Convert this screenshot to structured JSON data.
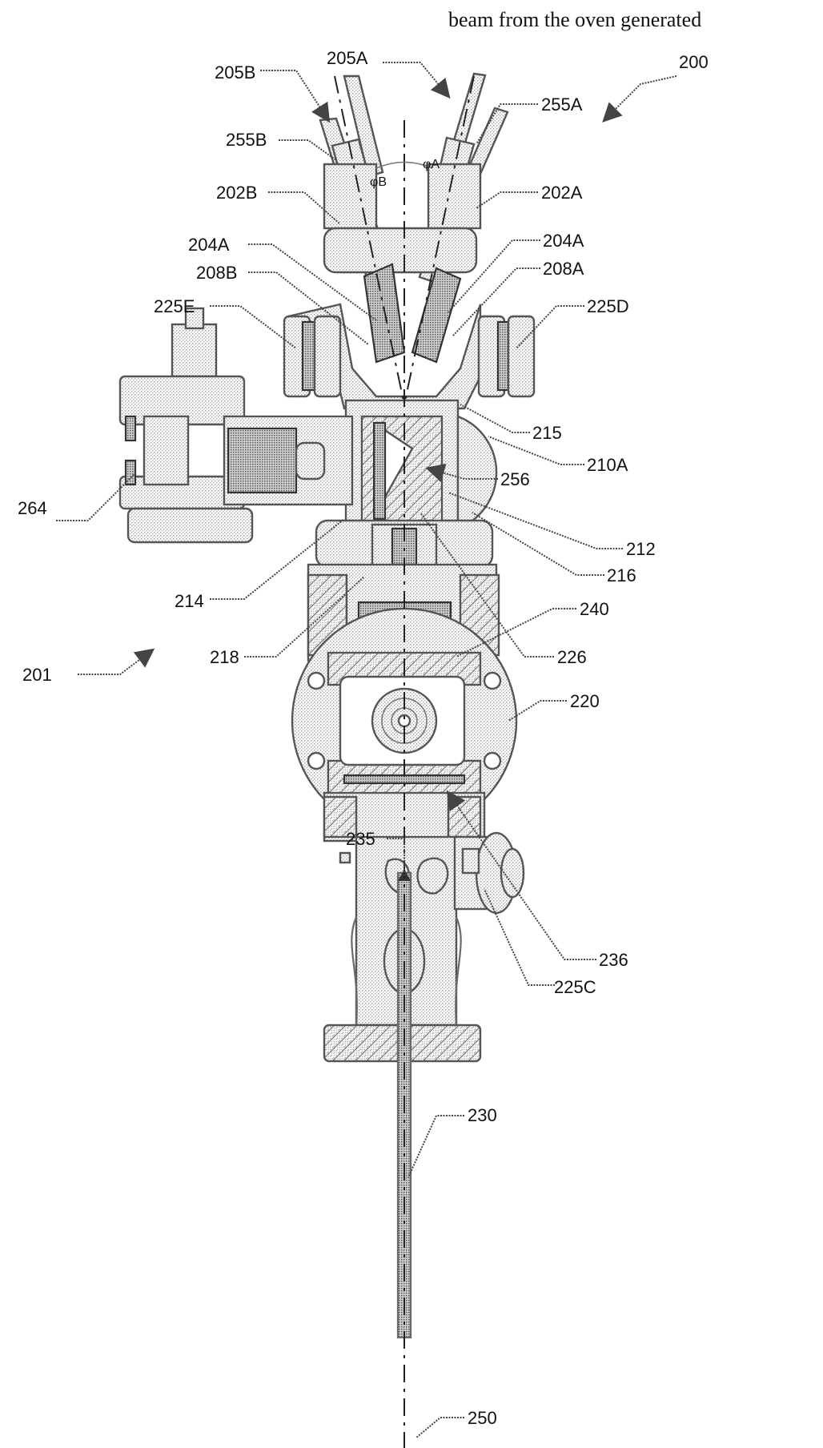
{
  "header_text": "beam from the oven generated",
  "labels": {
    "l200": "200",
    "l201": "201",
    "l205A": "205A",
    "l205B": "205B",
    "l255A": "255A",
    "l255B": "255B",
    "l202A": "202A",
    "l202B": "202B",
    "l204A_left": "204A",
    "l204A_right": "204A",
    "l208A": "208A",
    "l208B": "208B",
    "l225D": "225D",
    "l225E": "225E",
    "l215": "215",
    "l210A": "210A",
    "l256": "256",
    "l264": "264",
    "l212": "212",
    "l216": "216",
    "l214": "214",
    "l240": "240",
    "l218": "218",
    "l226": "226",
    "l220": "220",
    "l235": "235",
    "l236": "236",
    "l225C": "225C",
    "l230": "230",
    "l250": "250",
    "phiA": "φA",
    "phiB": "φB"
  }
}
